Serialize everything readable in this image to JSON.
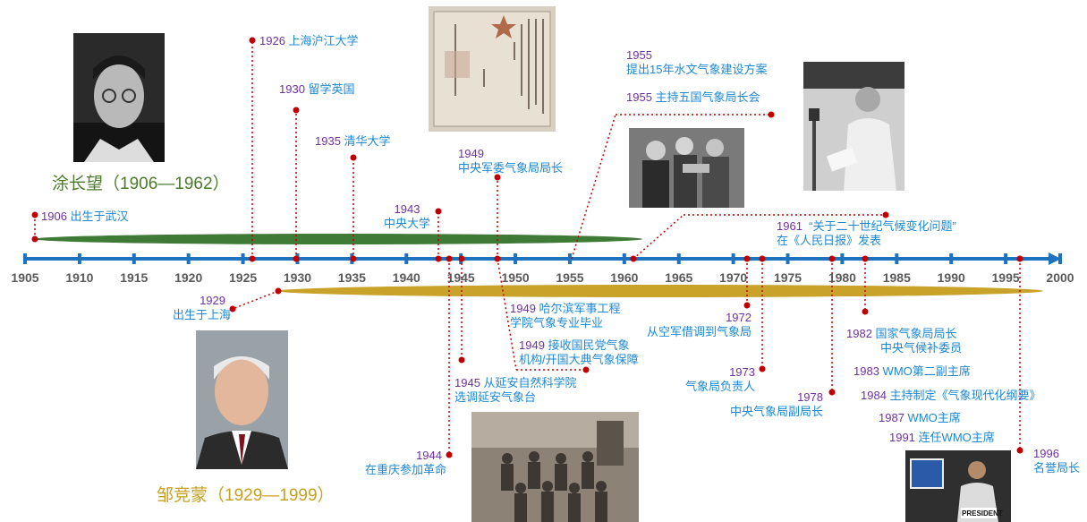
{
  "axis": {
    "ticks": [
      "1905",
      "1910",
      "1915",
      "1920",
      "1925",
      "1930",
      "1935",
      "1940",
      "1945",
      "1950",
      "1955",
      "1960",
      "1965",
      "1970",
      "1975",
      "1980",
      "1985",
      "1990",
      "1995",
      "2000"
    ]
  },
  "people": {
    "tu": {
      "name": "涂长望（1906—1962）",
      "color": "#4a7a2a",
      "bar_color": "#3f7a37"
    },
    "zou": {
      "name": "邹竞蒙（1929—1999）",
      "color": "#c8a020",
      "bar_color": "#c9a22a"
    }
  },
  "colors": {
    "axis": "#1e73be",
    "dot": "#c00000",
    "year_text": "#7030a0",
    "event_text": "#1e88d2"
  },
  "events_top": [
    {
      "id": "1906",
      "year": "1906",
      "text": "出生于武汉"
    },
    {
      "id": "1926",
      "year": "1926",
      "text": "上海沪江大学"
    },
    {
      "id": "1930",
      "year": "1930",
      "text": "留学英国"
    },
    {
      "id": "1935",
      "year": "1935",
      "text": "清华大学"
    },
    {
      "id": "1943",
      "year": "1943",
      "text": "中央大学"
    },
    {
      "id": "1949",
      "year": "1949",
      "text": "中央军委气象局局长"
    },
    {
      "id": "1955a",
      "year": "1955",
      "text": "提出15年水文气象建设方案"
    },
    {
      "id": "1955b",
      "year": "1955",
      "text": "主持五国气象局长会"
    },
    {
      "id": "1961",
      "year": "1961",
      "text": "“关于二十世纪气候变化问题”",
      "text2": "在《人民日报》发表"
    }
  ],
  "events_bottom": [
    {
      "id": "1929",
      "year": "1929",
      "text": "出生于上海"
    },
    {
      "id": "1944",
      "year": "1944",
      "text": "在重庆参加革命"
    },
    {
      "id": "1945",
      "year": "1945",
      "text": "从延安自然科学院",
      "text2": "选调延安气象台"
    },
    {
      "id": "1949a",
      "year": "1949",
      "text": "哈尔滨军事工程",
      "text2": "学院气象专业毕业"
    },
    {
      "id": "1949b",
      "year": "1949",
      "text": "接收国民党气象",
      "text2": "机构/开国大典气象保障"
    },
    {
      "id": "1972",
      "year": "1972",
      "text": "从空军借调到气象局"
    },
    {
      "id": "1973",
      "year": "1973",
      "text": "气象局负责人"
    },
    {
      "id": "1978",
      "year": "1978",
      "text": "中央气象局副局长"
    },
    {
      "id": "1982",
      "year": "1982",
      "text": "国家气象局局长",
      "text2": "中央气候补委员"
    },
    {
      "id": "1983",
      "year": "1983",
      "text": "WMO第二副主席"
    },
    {
      "id": "1984",
      "year": "1984",
      "text": "主持制定《气象现代化纲要》"
    },
    {
      "id": "1987",
      "year": "1987",
      "text": "WMO主席"
    },
    {
      "id": "1991",
      "year": "1991",
      "text": "连任WMO主席"
    },
    {
      "id": "1996",
      "year": "1996",
      "text": "名誉局长"
    }
  ],
  "images": {
    "president_badge": "PRESIDENT"
  }
}
